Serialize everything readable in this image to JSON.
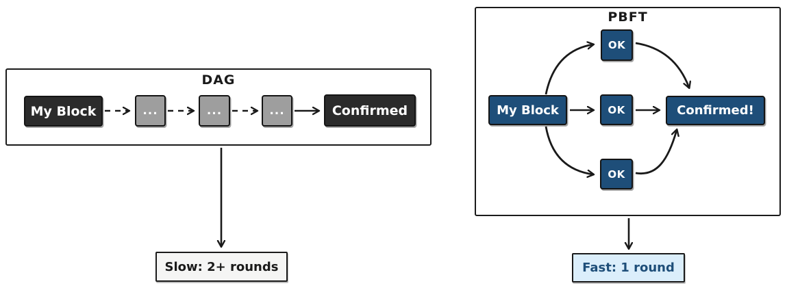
{
  "left_panel": {
    "title": "DAG",
    "nodes": {
      "start": "My Block",
      "mid1": "...",
      "mid2": "...",
      "mid3": "...",
      "end": "Confirmed"
    },
    "caption": "Slow: 2+ rounds"
  },
  "right_panel": {
    "title": "PBFT",
    "nodes": {
      "start": "My Block",
      "ok_top": "OK",
      "ok_mid": "OK",
      "ok_bottom": "OK",
      "end": "Confirmed!"
    },
    "caption": "Fast: 1 round"
  },
  "colors": {
    "dark_node_bg": "#2b2b2b",
    "gray_node_bg": "#9e9e9e",
    "blue_node_bg": "#1e4e79",
    "fast_caption_bg": "#dbeefb",
    "slow_caption_bg": "#f5f5f4",
    "stroke": "#1a1a1a",
    "blue_text": "#1e4e79",
    "node_text": "#ffffff"
  }
}
